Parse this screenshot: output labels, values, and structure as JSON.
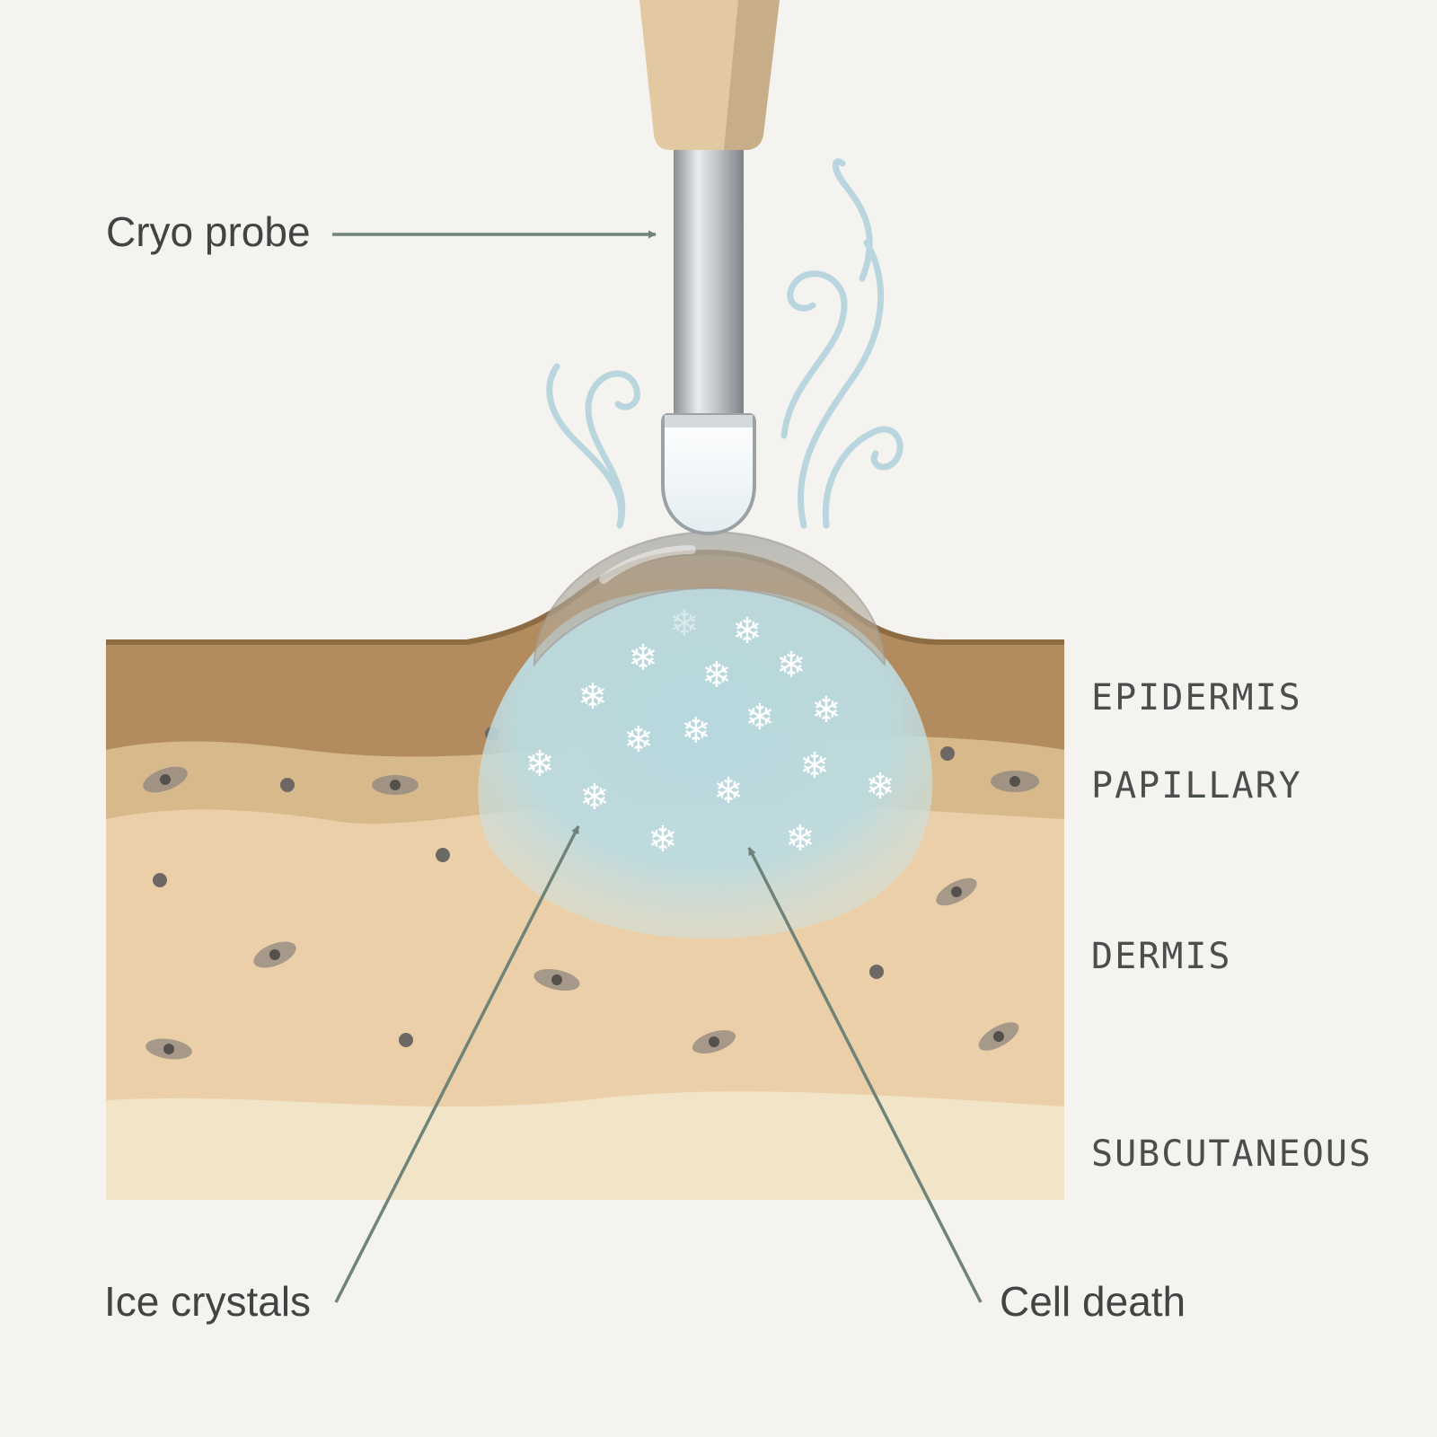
{
  "labels": {
    "probe": "Cryo probe",
    "ice": "Ice crystals",
    "death": "Cell death"
  },
  "layers": {
    "epidermis": "EPIDERMIS",
    "papillary": "PAPILLARY",
    "dermis": "DERMIS",
    "subcutaneous": "SUBCUTANEOUS"
  },
  "icons": {
    "ice_crystal": "❄"
  },
  "colors": {
    "background": "#f4f3ef",
    "epidermis": "#b28c5e",
    "papillary": "#d7b98c",
    "dermis": "#eacfa8",
    "subcutaneous": "#f2e4c7",
    "ice_ball": "#bcdbe1",
    "arrow": "#6f8378",
    "vapor": "#b9d6df",
    "handle": "#e2c9a2"
  }
}
